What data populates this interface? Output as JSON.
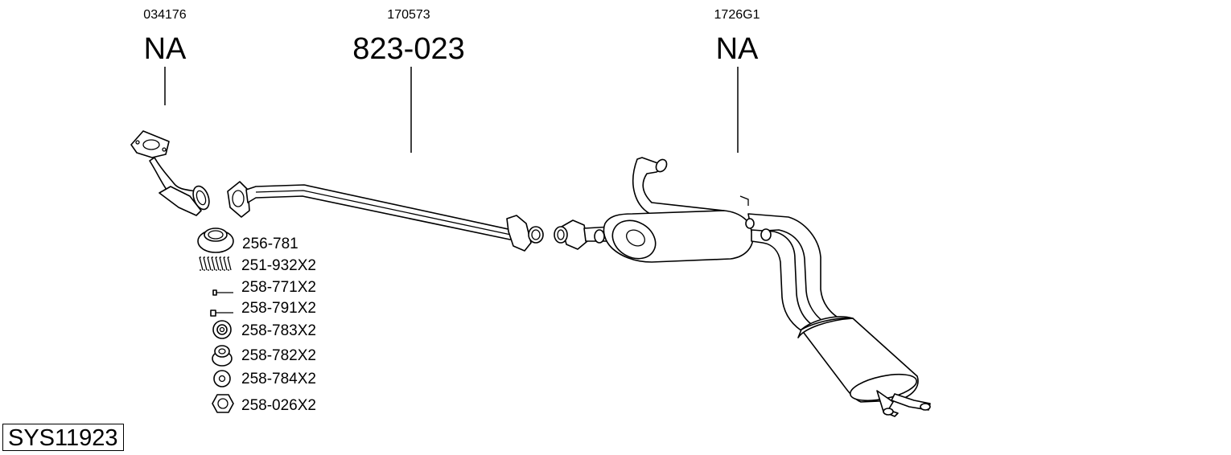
{
  "parts": [
    {
      "ref": "034176",
      "code": "NA"
    },
    {
      "ref": "170573",
      "code": "823-023"
    },
    {
      "ref": "1726G1",
      "code": "NA"
    }
  ],
  "fitting_kit": [
    {
      "code": "256-781",
      "icon": "gasket-ring-icon"
    },
    {
      "code": "251-932X2",
      "icon": "spring-icon"
    },
    {
      "code": "258-771X2",
      "icon": "bolt-icon"
    },
    {
      "code": "258-791X2",
      "icon": "bolt-icon"
    },
    {
      "code": "258-783X2",
      "icon": "rubber-mount-icon"
    },
    {
      "code": "258-782X2",
      "icon": "rubber-mount-icon"
    },
    {
      "code": "258-784X2",
      "icon": "washer-icon"
    },
    {
      "code": "258-026X2",
      "icon": "hex-nut-icon"
    }
  ],
  "system_code": "SYS11923"
}
